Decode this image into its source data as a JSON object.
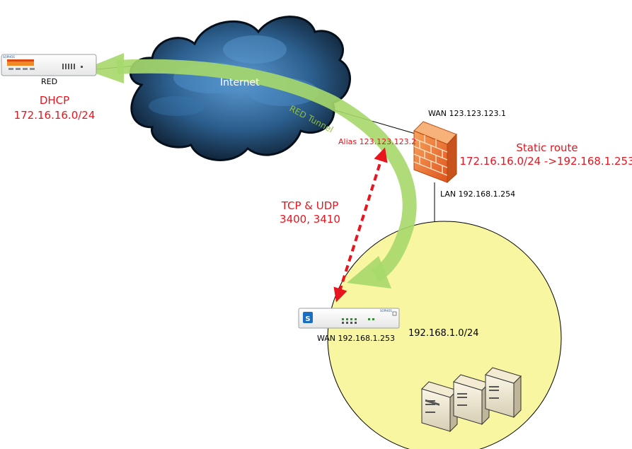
{
  "colors": {
    "red_text": "#e8141e",
    "tunnel_green": "#a6d86a",
    "lan_circle": "#f8f6a0",
    "cloud_dark": "#0d1b2a",
    "cloud_light": "#4e8fca"
  },
  "icons": {
    "red_device": "sophos-red-appliance-icon",
    "cloud": "internet-cloud-icon",
    "firewall": "firewall-brick-wall-icon",
    "utm": "sophos-utm-appliance-icon",
    "servers": "server-tower-icon"
  },
  "labels": {
    "red_device": "RED",
    "red_brand": "SOPHOS",
    "utm_brand": "SOPHOS",
    "internet": "Internet",
    "tunnel": "RED Tunnel",
    "dhcp_line1": "DHCP",
    "dhcp_line2": "172.16.16.0/24",
    "firewall_wan": "WAN 123.123.123.1",
    "firewall_lan": "LAN 192.168.1.254",
    "alias": "Alias 123.123.123.2",
    "static_route_line1": "Static route",
    "static_route_line2": "172.16.16.0/24 ->192.168.1.253",
    "ports_line1": "TCP & UDP",
    "ports_line2": "3400, 3410",
    "utm_wan": "WAN 192.168.1.253",
    "lan_network": "192.168.1.0/24"
  }
}
